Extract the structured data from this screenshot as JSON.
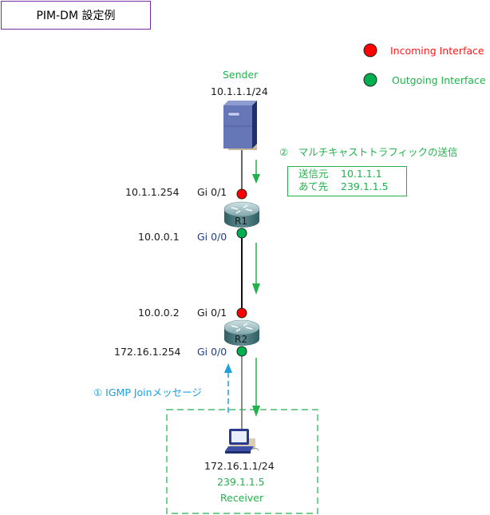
{
  "title": "PIM-DM 設定例",
  "legend": {
    "incoming": {
      "label": "Incoming Interface",
      "color": "#ff0000"
    },
    "outgoing": {
      "label": "Outgoing Interface",
      "color": "#00b050"
    }
  },
  "sender": {
    "label": "Sender",
    "ip": "10.1.1.1/24",
    "icon": "server-icon"
  },
  "step2": {
    "label": "②　マルチキャストトラフィックの送信",
    "info": {
      "source_label": "送信元",
      "source_value": "10.1.1.1",
      "dest_label": "あて先",
      "dest_value": "239.1.1.5"
    }
  },
  "r1": {
    "name": "R1",
    "icon": "router-icon",
    "upper_ip": "10.1.1.254",
    "upper_if": "Gi 0/1",
    "lower_ip": "10.0.0.1",
    "lower_if": "Gi 0/0"
  },
  "r2": {
    "name": "R2",
    "icon": "router-icon",
    "upper_ip": "10.0.0.2",
    "upper_if": "Gi 0/1",
    "lower_ip": "172.16.1.254",
    "lower_if": "Gi 0/0"
  },
  "step1": {
    "label": "① IGMP Joinメッセージ"
  },
  "receiver": {
    "ip": "172.16.1.1/24",
    "group": "239.1.1.5",
    "label": "Receiver",
    "icon": "pc-icon"
  },
  "colors": {
    "green": "#22b14c",
    "red": "#ff0000",
    "blue": "#1e9fe0",
    "purple": "#7030a0"
  }
}
